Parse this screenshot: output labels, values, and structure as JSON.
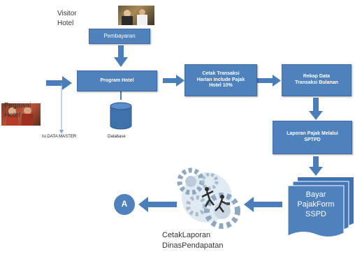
{
  "visitor": {
    "line1": "Visitor",
    "line2": "Hotel"
  },
  "pegawai": {
    "line1": "Pegawai",
    "line2": "Hotel"
  },
  "nodes": {
    "pembayaran": "Pembayaran",
    "program_hotel": "Program Hotel",
    "database": "Database",
    "data_master": "Isi DATA MASTER",
    "cetak_transaksi": [
      "Cetak Transaksi",
      "Harian Include Pajak",
      "Hotel 10%"
    ],
    "rekap_data": [
      "Rekap Data",
      "Transaksi Bulanan"
    ],
    "laporan_pajak": [
      "Laporan Pajak  Melalui",
      "SPTPD"
    ],
    "bayar_pajak": [
      "Bayar",
      "PajakForm",
      "SSPD"
    ],
    "cetak_laporan": [
      "CetakLaporan",
      "DinasPendapatan"
    ],
    "connector": "A"
  },
  "colors": {
    "box": "#4f81bd",
    "arrow": "#4a7ebb"
  }
}
